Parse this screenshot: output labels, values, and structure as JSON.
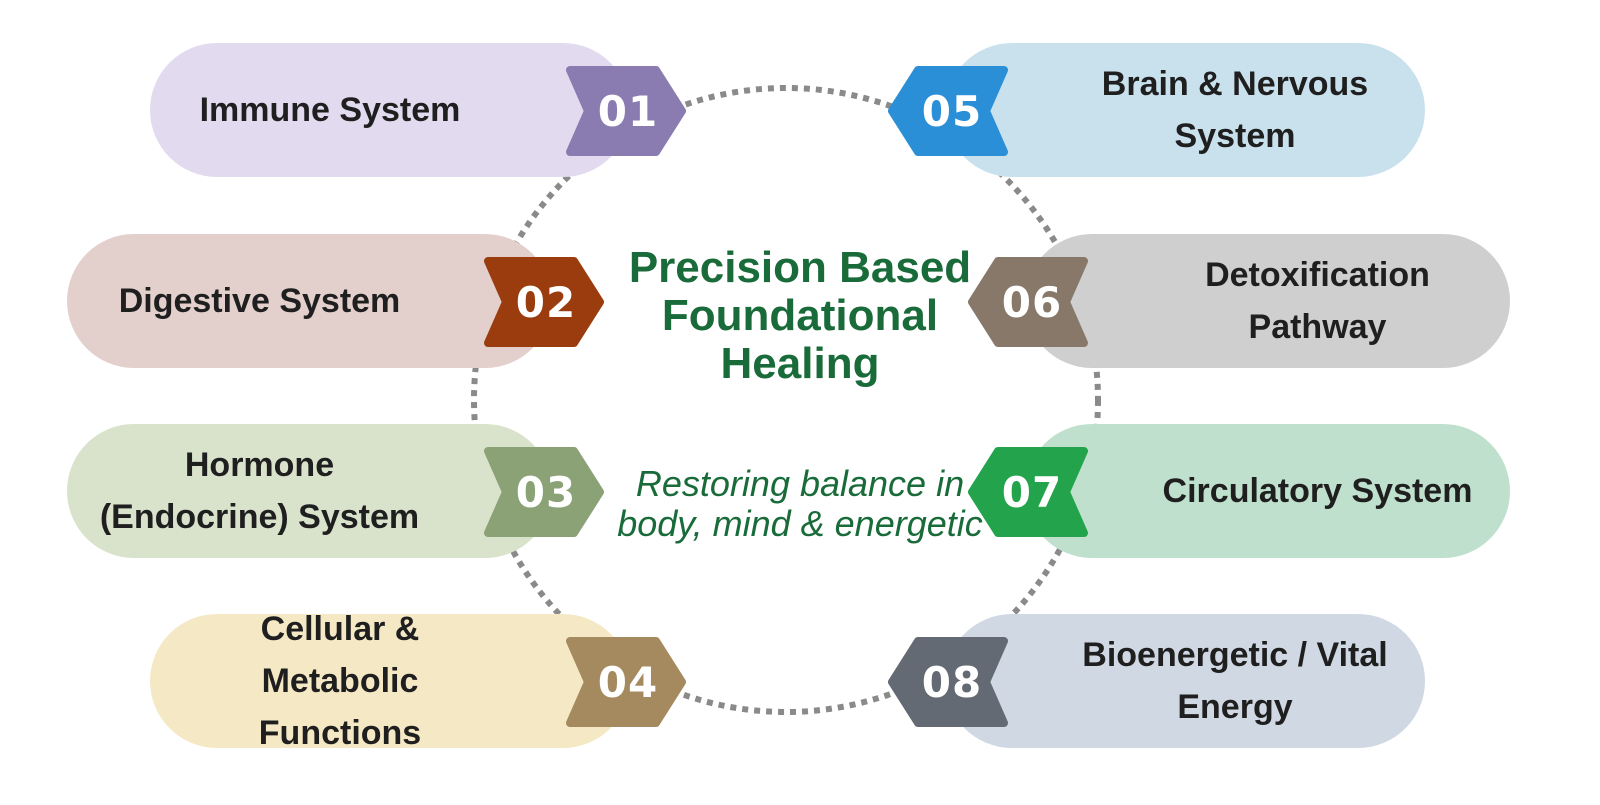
{
  "center": {
    "title": "Precision Based Foundational Healing",
    "subtitle": "Restoring balance in body, mind & energetic"
  },
  "items": [
    {
      "number": "01",
      "label": "Immune System",
      "fill": "#e2dbef",
      "badge": "#8a7bb0"
    },
    {
      "number": "02",
      "label": "Digestive System",
      "fill": "#e3d0cc",
      "badge": "#9a3c0e"
    },
    {
      "number": "03",
      "label": "Hormone (Endocrine) System",
      "fill": "#d9e2cb",
      "badge": "#8ba176"
    },
    {
      "number": "04",
      "label": "Cellular & Metabolic Functions",
      "fill": "#f5e8c5",
      "badge": "#a58a5f"
    },
    {
      "number": "05",
      "label": "Brain & Nervous System",
      "fill": "#c9e1ed",
      "badge": "#2a8fd6"
    },
    {
      "number": "06",
      "label": "Detoxification Pathway",
      "fill": "#cfcfcf",
      "badge": "#87786a"
    },
    {
      "number": "07",
      "label": "Circulatory System",
      "fill": "#bfe0cd",
      "badge": "#23a34b"
    },
    {
      "number": "08",
      "label": "Bioenergetic / Vital Energy",
      "fill": "#d0d8e3",
      "badge": "#646a73"
    }
  ]
}
